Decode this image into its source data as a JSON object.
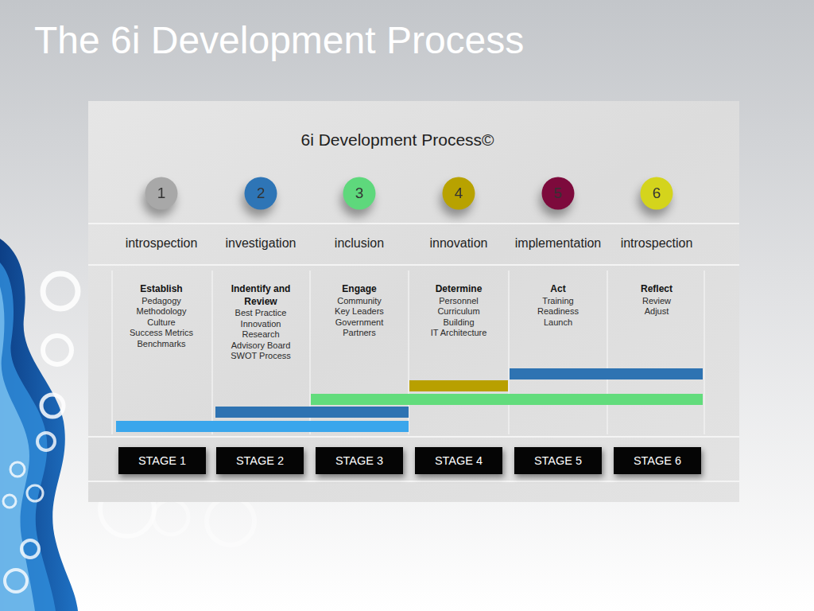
{
  "diagram": {
    "title": "The 6i Development Process",
    "nodes": [
      {
        "text": [
          "1"
        ]
      },
      {
        "text": [
          "2"
        ]
      },
      {
        "text": [
          "3"
        ]
      },
      {
        "text": [
          "4"
        ]
      },
      {
        "text": [
          "5"
        ]
      },
      {
        "text": [
          "6"
        ]
      },
      {
        "text": [
          "Establish",
          "Pedagogy",
          "Methodology",
          "Culture",
          "Success Metrics",
          "Benchmarks"
        ]
      },
      {
        "text": [
          "Indentify and Review",
          "Best Practice",
          "Innovation",
          "Research",
          "Advisory Board",
          "SWOT Process"
        ]
      },
      {
        "text": [
          "Engage",
          "Community",
          "Key Leaders",
          "Government",
          "Partners"
        ]
      },
      {
        "text": [
          "Determine",
          "Personnel",
          "Curriculum",
          "Building",
          "IT Architecture"
        ]
      },
      {
        "text": [
          "Act",
          "Training",
          "Readiness",
          "Launch"
        ]
      },
      {
        "text": [
          "Reflect",
          "Review",
          "Adjust"
        ]
      },
      {
        "text": [
          "STAGE 1"
        ]
      },
      {
        "text": [
          "STAGE 2"
        ]
      },
      {
        "text": [
          "STAGE 3"
        ]
      },
      {
        "text": [
          "STAGE 4"
        ]
      },
      {
        "text": [
          "STAGE 5"
        ]
      },
      {
        "text": [
          "STAGE 6"
        ]
      }
    ],
    "labels": [
      "6i Development Process©",
      "introspection",
      "investigation",
      "inclusion",
      "innovation",
      "implementation",
      "introspection"
    ]
  }
}
